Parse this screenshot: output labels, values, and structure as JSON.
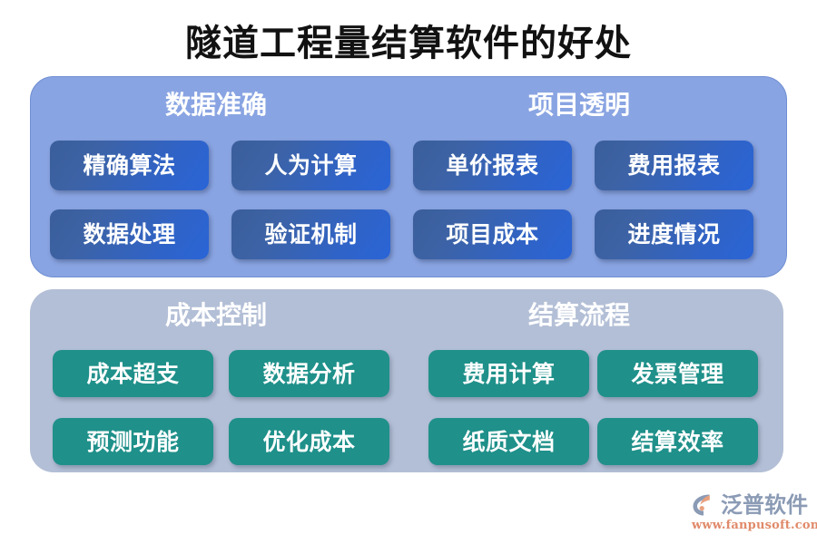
{
  "page": {
    "title": "隧道工程量结算软件的好处",
    "background": "#ffffff"
  },
  "colors": {
    "panel_blue": "#89a4e2",
    "panel_blue_border": "#6f8ed2",
    "panel_gray": "#b3bfd6",
    "chip_blue_start": "#3a5e9a",
    "chip_blue_end": "#2a64d6",
    "chip_green": "#1f908a",
    "title_text": "#121212",
    "group_title_text": "#ffffff",
    "chip_text": "#ffffff",
    "logo_text": "#8b9bb5",
    "logo_url": "#e08a6a"
  },
  "panels": [
    {
      "id": "panel-blue",
      "style": "blue",
      "groups": [
        {
          "id": "group-data-accuracy",
          "title": "数据准确",
          "chips": [
            "精确算法",
            "人为计算",
            "数据处理",
            "验证机制"
          ]
        },
        {
          "id": "group-project-transparency",
          "title": "项目透明",
          "chips": [
            "单价报表",
            "费用报表",
            "项目成本",
            "进度情况"
          ]
        }
      ]
    },
    {
      "id": "panel-gray",
      "style": "gray",
      "groups": [
        {
          "id": "group-cost-control",
          "title": "成本控制",
          "chips": [
            "成本超支",
            "数据分析",
            "预测功能",
            "优化成本"
          ]
        },
        {
          "id": "group-settlement-process",
          "title": "结算流程",
          "chips": [
            "费用计算",
            "发票管理",
            "纸质文档",
            "结算效率"
          ]
        }
      ]
    }
  ],
  "logo": {
    "name": "泛普软件",
    "url": "www.fanpusoft.com",
    "mark": "fanpu-logo-icon"
  }
}
